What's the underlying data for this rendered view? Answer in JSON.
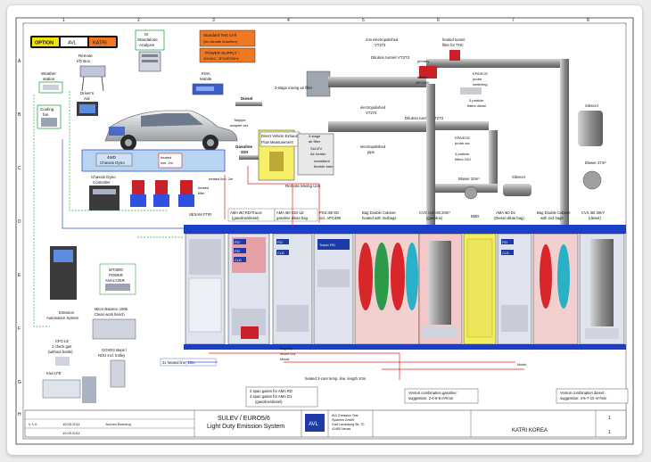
{
  "legend": {
    "option": "OPTION",
    "avl": "AVL",
    "katri": "KATRI"
  },
  "grid": {
    "cols": [
      "1",
      "2",
      "3",
      "4",
      "5",
      "6",
      "7",
      "8"
    ],
    "rows": [
      "A",
      "B",
      "C",
      "D",
      "E",
      "F",
      "G",
      "H"
    ]
  },
  "notes": {
    "standard_test_cell": "Standard Test Cell",
    "climate_chamber": "(No climate chamber)",
    "power_supply_1": "POWER SUPPLY :",
    "power_supply_2": "400VAC, 3P/N/E/50Hz"
  },
  "labels": {
    "remote_io": "Remote",
    "remote_io_2": "I/O Box",
    "standalone_1": "IS",
    "standalone_2": "Standalone",
    "standalone_3": "Analyzer",
    "kma_1": "KMA",
    "kma_2": "Mobile",
    "weather": "Weather",
    "weather_2": "station",
    "drivers_aid": "Driver's",
    "drivers_aid_2": "Aid",
    "cooling": "Cooling",
    "cooling_2": "fan",
    "diesel": "Diesel",
    "gasoline": "Gasoline",
    "gdi": "GDI",
    "tailpipe": "Tailpipe",
    "tailpipe_2": "adapter set",
    "direct_1": "Direct Vehicle Exhaust",
    "direct_2": "Flow Measurement",
    "stage_mixing": "3-stage mixing air filter",
    "stage_air": "3-stage",
    "stage_air_2": "air filter",
    "sulev_heater": "SULEV",
    "sulev_heater_2": "Air heater",
    "metallized": "metallized",
    "metallized_2": "flexible tube",
    "remote_mixing": "Remote Mixing Unit",
    "dilution_1": "Dilution tunnel VT273",
    "dilution_2": "Dilution tunnel VT273",
    "non_electro_1": "non electropolished",
    "non_electro_2": "VT273",
    "electro_1": "electropolished",
    "electro_2": "VT273",
    "electro_pipe": "electropolished",
    "electro_pipe_2": "pipe",
    "heated_filter": "heated tunnel",
    "heated_filter_2": "filter for THC",
    "primary_1": "primary",
    "primary_2": "diluter",
    "primary_3": "APC489",
    "epa_1": "EPA/ECE",
    "epa_2": "probe",
    "epa_3": "switching",
    "epa_b1": "EPA/ECE",
    "epa_b2": "probe sw.",
    "pf_1": "3 particle",
    "pf_2": "filters diesel",
    "pf_b1": "3 particle",
    "pf_b2": "filters GDI",
    "silencer": "Silencer",
    "silencer_2": "Silencer",
    "blower_1": "Blower 20m³",
    "blower_2": "Blower 27m³",
    "chassis": "4WD",
    "chassis_2": "Chassis Dyno",
    "chassis_ctrl": "Chassis Dyno",
    "chassis_ctrl_2": "Controller",
    "heated_line_2m": "heated",
    "heated_line_2m_2": "line, 2m",
    "heated_line_2m_b": "heated line, 2m",
    "heated_filter_s": "heated",
    "heated_filter_s_2": "filter",
    "sesam": "SESAM FTIR",
    "ama_rd": "AMA i60 RD/Tracer",
    "ama_rd_2": "(gasoline/diesel)",
    "ama_gdi": "AMA i60 GDI-LE",
    "ama_gdi_2": "gasoline dilute bag",
    "pss": "PSS i60 SD",
    "pss_2": "incl. APC489",
    "bag_double": "Bag Double Cabinet",
    "bag_double_2": "heated with 3x4bags",
    "cvs_le": "CVS i-LE i60 20m³",
    "cvs_le_2": "(gasoline)",
    "bmd": "BMD",
    "ama_d1": "AMA i60 D1",
    "ama_d1_2": "(Diesel dilute bag)",
    "bag_double_b": "Bag Double Cabinet",
    "bag_double_b_2": "with 2x3 bags",
    "cvs_60": "CVS i60 30m³",
    "cvs_60_2": "(diesel)",
    "fid": "FID",
    "cld": "CLD",
    "tracer": "Tracer FID",
    "power_1": "WT3000",
    "power_2": "POWER",
    "power_3": "ANALYZER",
    "emission_1": "Emission",
    "emission_2": "Automation System",
    "micro_1": "Micro Balance 1065",
    "micro_2": "Clean work bench",
    "cfo_1": "CFO LE",
    "cfo_2": "1 check gas",
    "cfo_3": "(without bottle)",
    "govr_1": "GOVR3 steps /",
    "govr_2": "NGU incl. trolley",
    "kiwi": "Kiwi LFE",
    "heated_10m": "2x heated line, 10m",
    "heated_10m_b": "heated 3-core temp. line, length 10m",
    "span_1": "2 span gases for AMA RD",
    "span_2": "4 span gases for AMA D1",
    "span_3": "(gasoline/diesel)",
    "venturi_g1": "Venturi combination gasoline:",
    "venturi_g2": "suggestion: 2-4-6-8 m³/min",
    "venturi_d1": "Venturi combination diesel:",
    "venturi_d2": "suggestion: 4-6-7-10 m³/min",
    "bag_dry": "Bag Dry",
    "model_dry": "Model Dry",
    "modal": "Modal",
    "model": "Model"
  },
  "title_block": {
    "title_1": "SULEV / EURO5/6",
    "title_2": "Light Duty Emission System",
    "customer": "KATRI KOREA",
    "sheet": "1",
    "of": "1",
    "logo": "AVL",
    "company_1": "AVL Emission Test",
    "company_2": "Systems GmbH",
    "company_3": "Graf Landsberg Str. 70",
    "company_4": "41460 Neuss",
    "rev": "V 1.0",
    "date_1": "10.03.2011",
    "date_2": "10.03.2011",
    "drawn": "Jochen Boening"
  },
  "colors": {
    "blue_floor": "#1a3fc9",
    "cabinet": "#dfe3ee",
    "pipe": "#9a9a9a",
    "red_bag": "#d8262b",
    "green_bag": "#2c9a48",
    "cyan_bag": "#29b1c7",
    "bmd_yellow": "#f4ee5c",
    "red_line": "#e02020",
    "green_line": "#2aa84a",
    "blue_line": "#3050e0"
  }
}
